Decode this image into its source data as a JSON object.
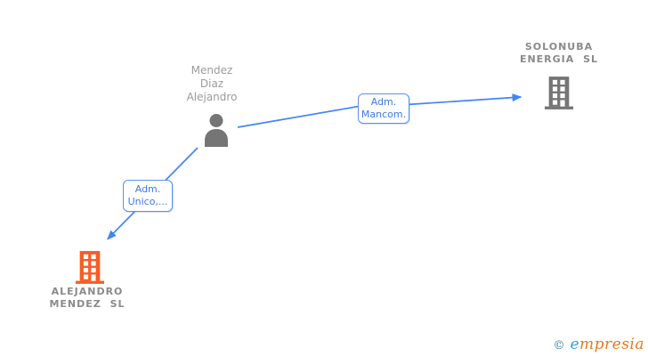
{
  "diagram": {
    "person": {
      "line1": "Mendez",
      "line2": "Diaz",
      "line3": "Alejandro"
    },
    "company_right": {
      "line1": "SOLONUBA",
      "line2": "ENERGIA SL"
    },
    "company_left": {
      "line1": "ALEJANDRO",
      "line2": "MENDEZ SL"
    },
    "edges": {
      "mancom": {
        "from": "Mendez Diaz Alejandro",
        "to": "SOLONUBA ENERGIA SL",
        "label_line1": "Adm.",
        "label_line2": "Mancom."
      },
      "unico": {
        "from": "Mendez Diaz Alejandro",
        "to": "ALEJANDRO MENDEZ SL",
        "label_line1": "Adm.",
        "label_line2": "Unico,..."
      }
    }
  },
  "watermark": {
    "copyright": "©",
    "brand_first_letter": "e",
    "brand_rest": "mpresia"
  },
  "colors": {
    "arrow_blue": "#4285f4",
    "label_border_blue": "#5b93e8",
    "label_text_blue": "#3b78e7",
    "node_gray": "#757575",
    "highlight_orange": "#f75c28",
    "name_text_gray": "#9b9b9b",
    "company_text_gray": "#8a8a8a",
    "logo_teal": "#2a7f8f",
    "logo_blue": "#2fa0d8",
    "logo_orange": "#e87818",
    "background": "#ffffff"
  }
}
